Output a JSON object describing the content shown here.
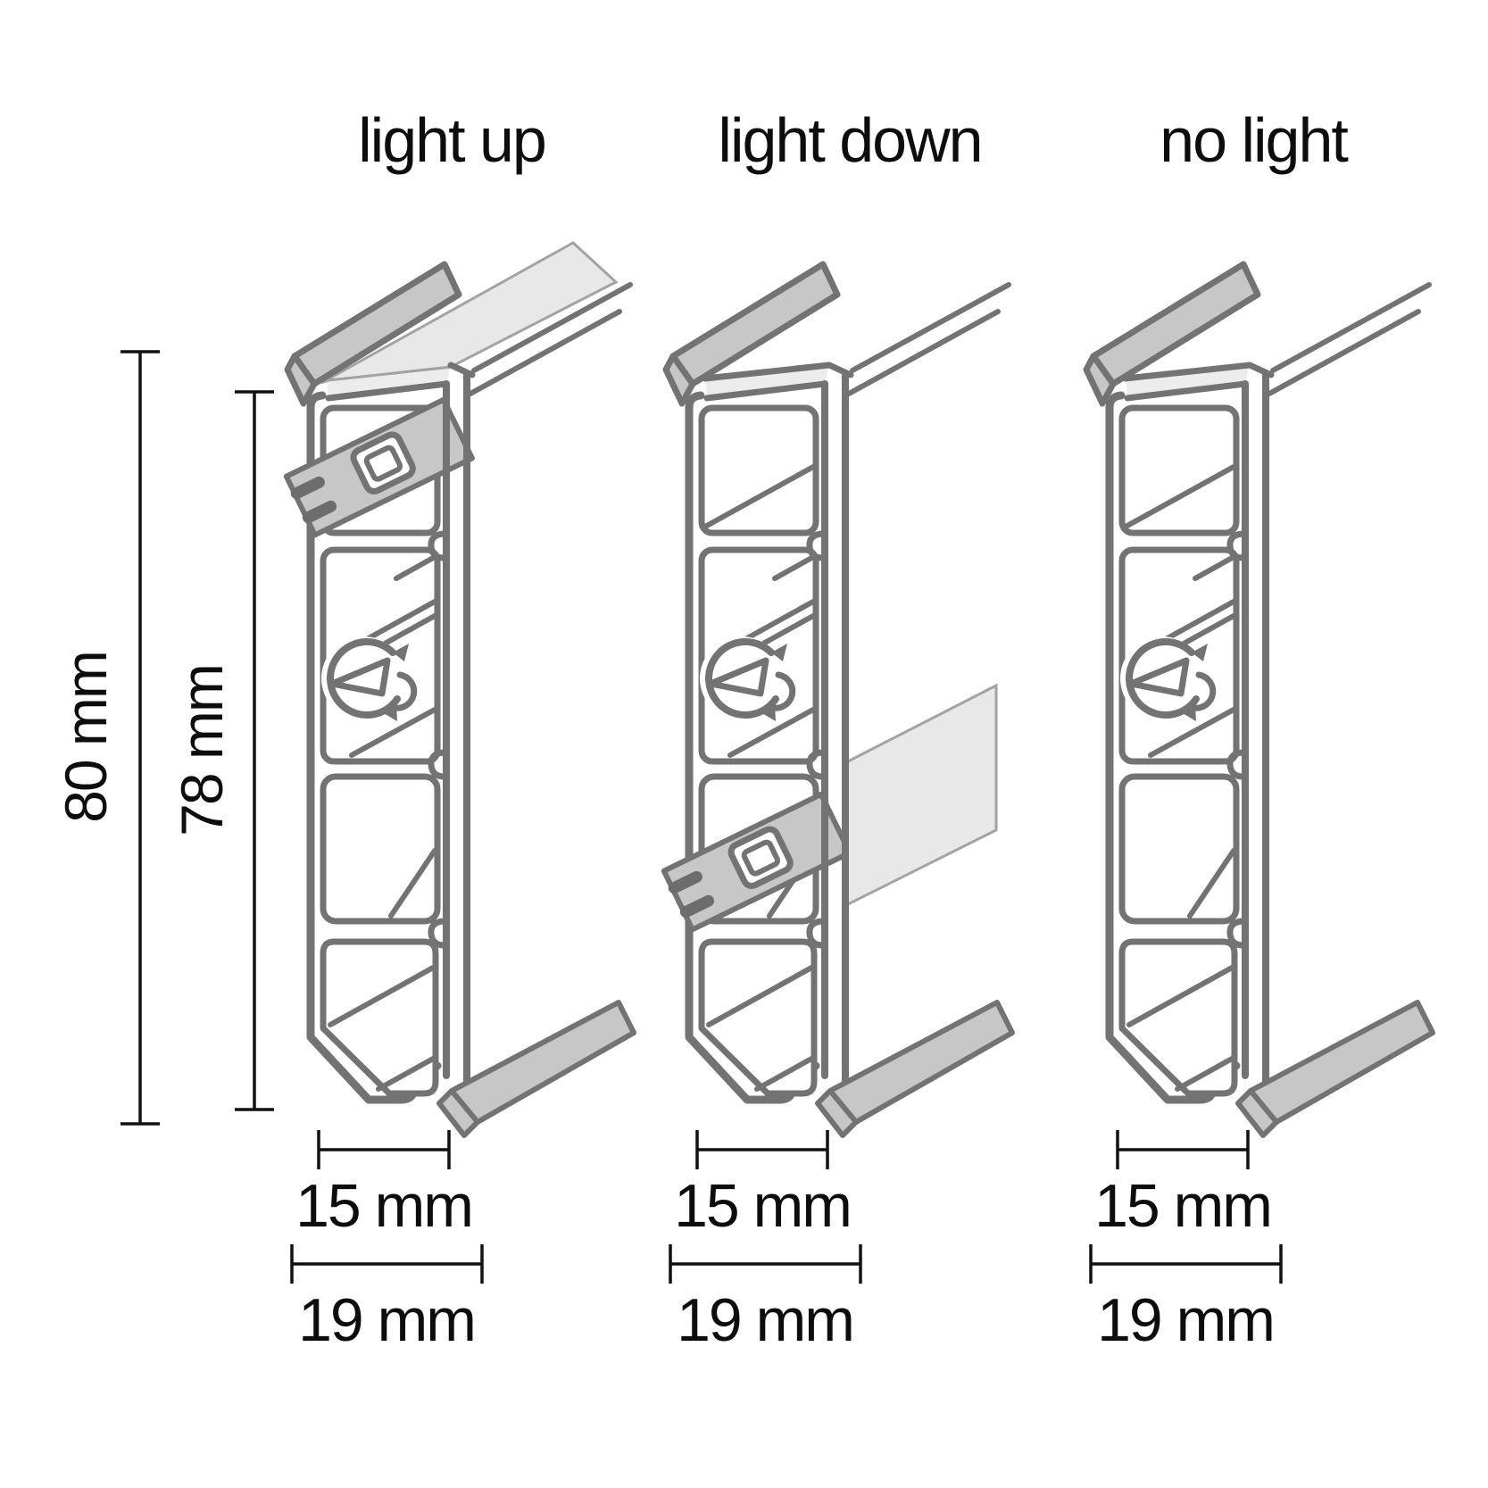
{
  "variants": [
    {
      "id": "light-up",
      "label": "light up",
      "width_label": "15 mm",
      "depth_label": "19 mm"
    },
    {
      "id": "light-down",
      "label": "light down",
      "width_label": "15 mm",
      "depth_label": "19 mm"
    },
    {
      "id": "no-light",
      "label": "no light",
      "width_label": "15 mm",
      "depth_label": "19 mm"
    }
  ],
  "side_dimensions": {
    "overall_height_label": "80 mm",
    "panel_height_label": "78 mm"
  },
  "colors": {
    "background": "#ffffff",
    "profile_outline": "#737373",
    "metal_part_fill": "#c7c7c7",
    "light_panel_fill": "#e8e8e8",
    "dimension_line": "#111111",
    "text": "#0d0d0d"
  }
}
